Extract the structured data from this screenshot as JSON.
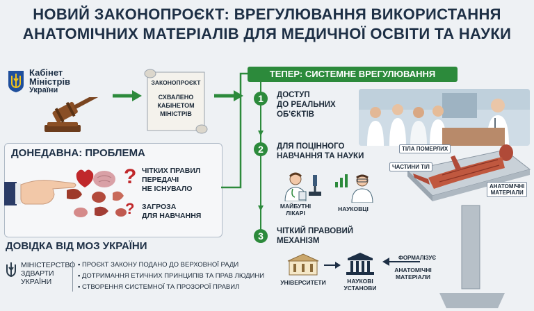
{
  "title": {
    "line1": "НОВИЙ ЗАКОНОПРОЄКТ: ВРЕГУЛЮВАННЯ ВИКОРИСТАННЯ",
    "line2": "АНАТОМІЧНИХ МАТЕРІАЛІВ ДЛЯ МЕДИЧНОЇ ОСВІТИ ТА НАУКИ"
  },
  "cabinet": {
    "name_line1": "Кабінет",
    "name_line2": "Міністрів",
    "name_line3": "України"
  },
  "scroll": {
    "title": "ЗАКОНОПРОЄКТ",
    "line1": "СХВАЛЕНО",
    "line2": "КАБІНЕТОМ",
    "line3": "МІНІСТРІВ"
  },
  "problem": {
    "header": "ДОНЕДАВНА: ПРОБЛЕМА",
    "item1_line1": "ЧІТКИХ ПРАВИЛ",
    "item1_line2": "ПЕРЕДАЧІ",
    "item1_line3": "НЕ ІСНУВАЛО",
    "item2_line1": "ЗАГРОЗА",
    "item2_line2": "ДЛЯ НАВЧАННЯ",
    "mark": "?"
  },
  "now": {
    "header": "ТЕПЕР: СИСТЕМНЕ ВРЕГУЛЮВАННЯ",
    "step1_num": "1",
    "step1_line1": "ДОСТУП",
    "step1_line2": "ДО РЕАЛЬНИХ",
    "step1_line3": "ОБ'ЄКТІВ",
    "step2_num": "2",
    "step2_line1": "ДЛЯ ПОЦІННОГО",
    "step2_line2": "НАВЧАННЯ ТА НАУКИ",
    "future_doctors_line1": "МАЙБУТНІ",
    "future_doctors_line2": "ЛІКАРІ",
    "scientists": "НАУКОВЦІ",
    "step3_num": "3",
    "step3_line1": "ЧІТКИЙ ПРАВОВИЙ",
    "step3_line2": "МЕХАНІЗМ",
    "universities": "УНІВЕРСИТЕТИ",
    "institutions_line1": "НАУКОВІ",
    "institutions_line2": "УСТАНОВИ"
  },
  "tags": {
    "bodies": "ТІЛА ПОМЕРЛИХ",
    "parts": "ЧАСТИНИ ТІЛ",
    "materials_line1": "АНАТОМІЧНІ",
    "materials_line2": "МАТЕРІАЛИ",
    "formalize": "ФОРМАЛІЗУЄ",
    "formalize_sub_line1": "АНАТОМІЧНІ",
    "formalize_sub_line2": "МАТЕРІАЛИ"
  },
  "moz": {
    "header": "ДОВІДКА ВІД МОЗ УКРАЇНИ",
    "ministry_line1": "МІНІСТЕРСТВО",
    "ministry_line2": "ЗДВАРТИ",
    "ministry_line3": "УКРАЇНИ",
    "bullets": [
      "ПРОЄКТ ЗАКОНУ ПОДАНО ДО ВЕРХОВНОЇ РАДИ",
      "ДОТРИМАННЯ ЕТИЧНИХ ПРИНЦИПІВ ТА ПРАВ ЛЮДИНИ",
      "СТВОРЕННЯ СИСТЕМНОЇ ТА ПРОЗОРОЇ ПРАВИЛ"
    ]
  },
  "colors": {
    "green": "#2c8a3b",
    "navy": "#1d2f45",
    "red": "#c0282b"
  }
}
